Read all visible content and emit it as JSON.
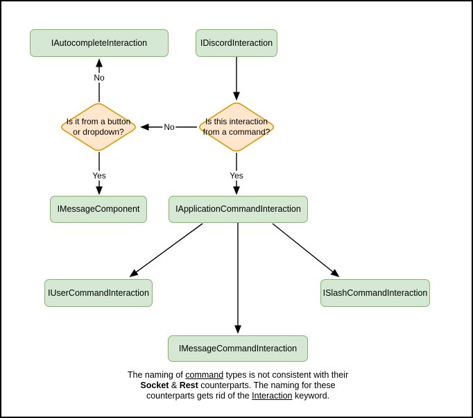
{
  "diagram": {
    "nodes": {
      "autocomplete": {
        "label": "IAutocompleteInteraction"
      },
      "discord": {
        "label": "IDiscordInteraction"
      },
      "decision_component": {
        "label": "Is it from a button or dropdown?"
      },
      "decision_command": {
        "label": "Is this interaction from a command?"
      },
      "message_component": {
        "label": "IMessageComponent"
      },
      "application_command": {
        "label": "IApplicationCommandInteraction"
      },
      "user_command": {
        "label": "IUserCommandInteraction"
      },
      "slash_command": {
        "label": "ISlashCommandInteraction"
      },
      "message_command": {
        "label": "IMessageCommandInteraction"
      }
    },
    "edge_labels": {
      "no_top": "No",
      "no_between": "No",
      "yes_left": "Yes",
      "yes_right": "Yes"
    },
    "note_segments": [
      {
        "text": "The naming of "
      },
      {
        "text": "command",
        "underline": true
      },
      {
        "text": " types is not consistent with their"
      },
      {
        "break": true
      },
      {
        "text": "Socket",
        "bold": true
      },
      {
        "text": " & "
      },
      {
        "text": "Rest",
        "bold": true
      },
      {
        "text": " counterparts. The naming for these"
      },
      {
        "break": true
      },
      {
        "text": "counterparts gets rid of the "
      },
      {
        "text": "Interaction",
        "underline": true
      },
      {
        "text": " keyword."
      }
    ],
    "colors": {
      "node_fill": "#d5e8d4",
      "node_border": "#82b366",
      "decision_fill": "#ffe6cc",
      "decision_border": "#d79b00",
      "connector": "#000000",
      "canvas_bg": "#ffffff"
    }
  }
}
